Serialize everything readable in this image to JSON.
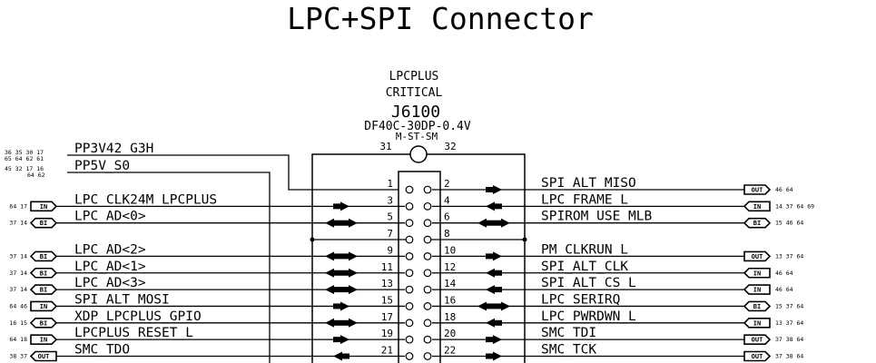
{
  "title": "LPC+SPI Connector",
  "part": {
    "line1": "LPCPLUS",
    "line2": "CRITICAL",
    "refdes": "J6100",
    "partno": "DF40C-30DP-0.4V",
    "suffix": "M-ST-SM",
    "mount_pins": [
      "31",
      "32"
    ]
  },
  "power_nets": [
    {
      "name": "PP3V42_G3H",
      "refs_top": "36 35 30 17",
      "refs_bottom": "65 64 62 61"
    },
    {
      "name": "PP5V_S0",
      "refs_top": "45 32 17 16",
      "refs_bottom": "64 62"
    }
  ],
  "left_nets": [
    {
      "name": "LPC_CLK24M_LPCPLUS",
      "port": "IN",
      "refs": "64 17",
      "pin": "3",
      "arrow": "right"
    },
    {
      "name": "LPC_AD<0>",
      "port": "BI",
      "refs": "37 14",
      "pin": "5",
      "arrow": "both"
    },
    {
      "name": "LPC_AD<2>",
      "port": "BI",
      "refs": "37 14",
      "pin": "9",
      "arrow": "both"
    },
    {
      "name": "LPC_AD<1>",
      "port": "BI",
      "refs": "37 14",
      "pin": "11",
      "arrow": "both"
    },
    {
      "name": "LPC_AD<3>",
      "port": "BI",
      "refs": "37 14",
      "pin": "13",
      "arrow": "both"
    },
    {
      "name": "SPI_ALT_MOSI",
      "port": "IN",
      "refs": "64 46",
      "pin": "15",
      "arrow": "right"
    },
    {
      "name": "XDP_LPCPLUS_GPIO",
      "port": "BI",
      "refs": "16 15",
      "pin": "17",
      "arrow": "both"
    },
    {
      "name": "LPCPLUS_RESET_L",
      "port": "IN",
      "refs": "64 18",
      "pin": "19",
      "arrow": "right"
    },
    {
      "name": "SMC_TDO",
      "port": "OUT",
      "refs": "38 37",
      "pin": "21",
      "arrow": "left"
    }
  ],
  "right_nets": [
    {
      "name": "SPI_ALT_MISO",
      "port": "OUT",
      "refs": "46 64",
      "pin": "2",
      "arrow": "right"
    },
    {
      "name": "LPC_FRAME_L",
      "port": "IN",
      "refs": "14 37 64 69",
      "pin": "4",
      "arrow": "left"
    },
    {
      "name": "SPIROM_USE_MLB",
      "port": "BI",
      "refs": "15 46 64",
      "pin": "6",
      "arrow": "both"
    },
    {
      "name": "PM_CLKRUN_L",
      "port": "OUT",
      "refs": "13 37 64",
      "pin": "10",
      "arrow": "right"
    },
    {
      "name": "SPI_ALT_CLK",
      "port": "IN",
      "refs": "46 64",
      "pin": "12",
      "arrow": "left"
    },
    {
      "name": "SPI_ALT_CS_L",
      "port": "IN",
      "refs": "46 64",
      "pin": "14",
      "arrow": "left"
    },
    {
      "name": "LPC_SERIRQ",
      "port": "BI",
      "refs": "15 37 64",
      "pin": "16",
      "arrow": "both"
    },
    {
      "name": "LPC_PWRDWN_L",
      "port": "IN",
      "refs": "13 37 64",
      "pin": "18",
      "arrow": "left"
    },
    {
      "name": "SMC_TDI",
      "port": "OUT",
      "refs": "37 38 64",
      "pin": "20",
      "arrow": "right"
    },
    {
      "name": "SMC_TCK",
      "port": "OUT",
      "refs": "37 38 64",
      "pin": "22",
      "arrow": "right"
    }
  ],
  "pin_pairs": [
    {
      "left": "1",
      "right": "2"
    },
    {
      "left": "3",
      "right": "4"
    },
    {
      "left": "5",
      "right": "6"
    },
    {
      "left": "7",
      "right": "8"
    },
    {
      "left": "9",
      "right": "10"
    },
    {
      "left": "11",
      "right": "12"
    },
    {
      "left": "13",
      "right": "14"
    },
    {
      "left": "15",
      "right": "16"
    },
    {
      "left": "17",
      "right": "18"
    },
    {
      "left": "19",
      "right": "20"
    },
    {
      "left": "21",
      "right": "22"
    }
  ],
  "colors": {
    "ink": "#000000",
    "background": "#ffffff"
  }
}
